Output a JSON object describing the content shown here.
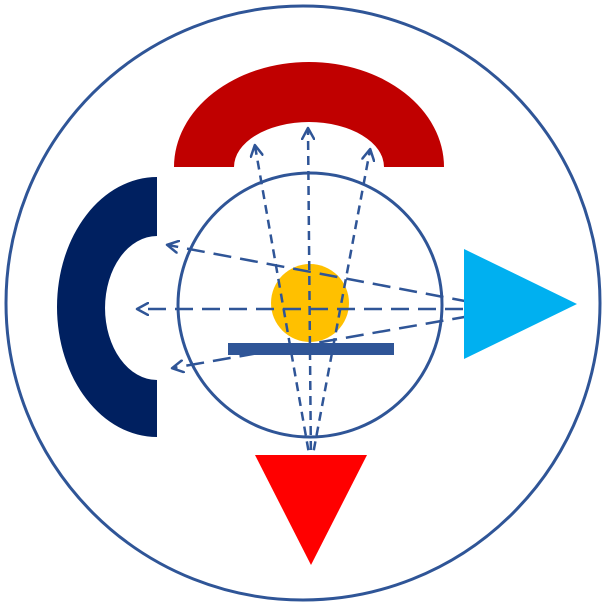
{
  "diagram": {
    "colors": {
      "outline": "#2f5597",
      "detector_top": "#c00000",
      "detector_left": "#002060",
      "source_right": "#00b0f0",
      "source_bottom": "#ff0000",
      "sample": "#ffc000",
      "sample_stage": "#2f5597",
      "beam_arrows": "#2f5597"
    },
    "components": {
      "outer_ring": "outer-circle",
      "inner_ring": "inner-circle",
      "top_detector": "semi-annular-detector-top",
      "left_detector": "semi-annular-detector-left",
      "right_source": "triangle-source-right",
      "bottom_source": "triangle-source-bottom",
      "sample": "sample-disc",
      "stage": "sample-stage-bar"
    }
  }
}
